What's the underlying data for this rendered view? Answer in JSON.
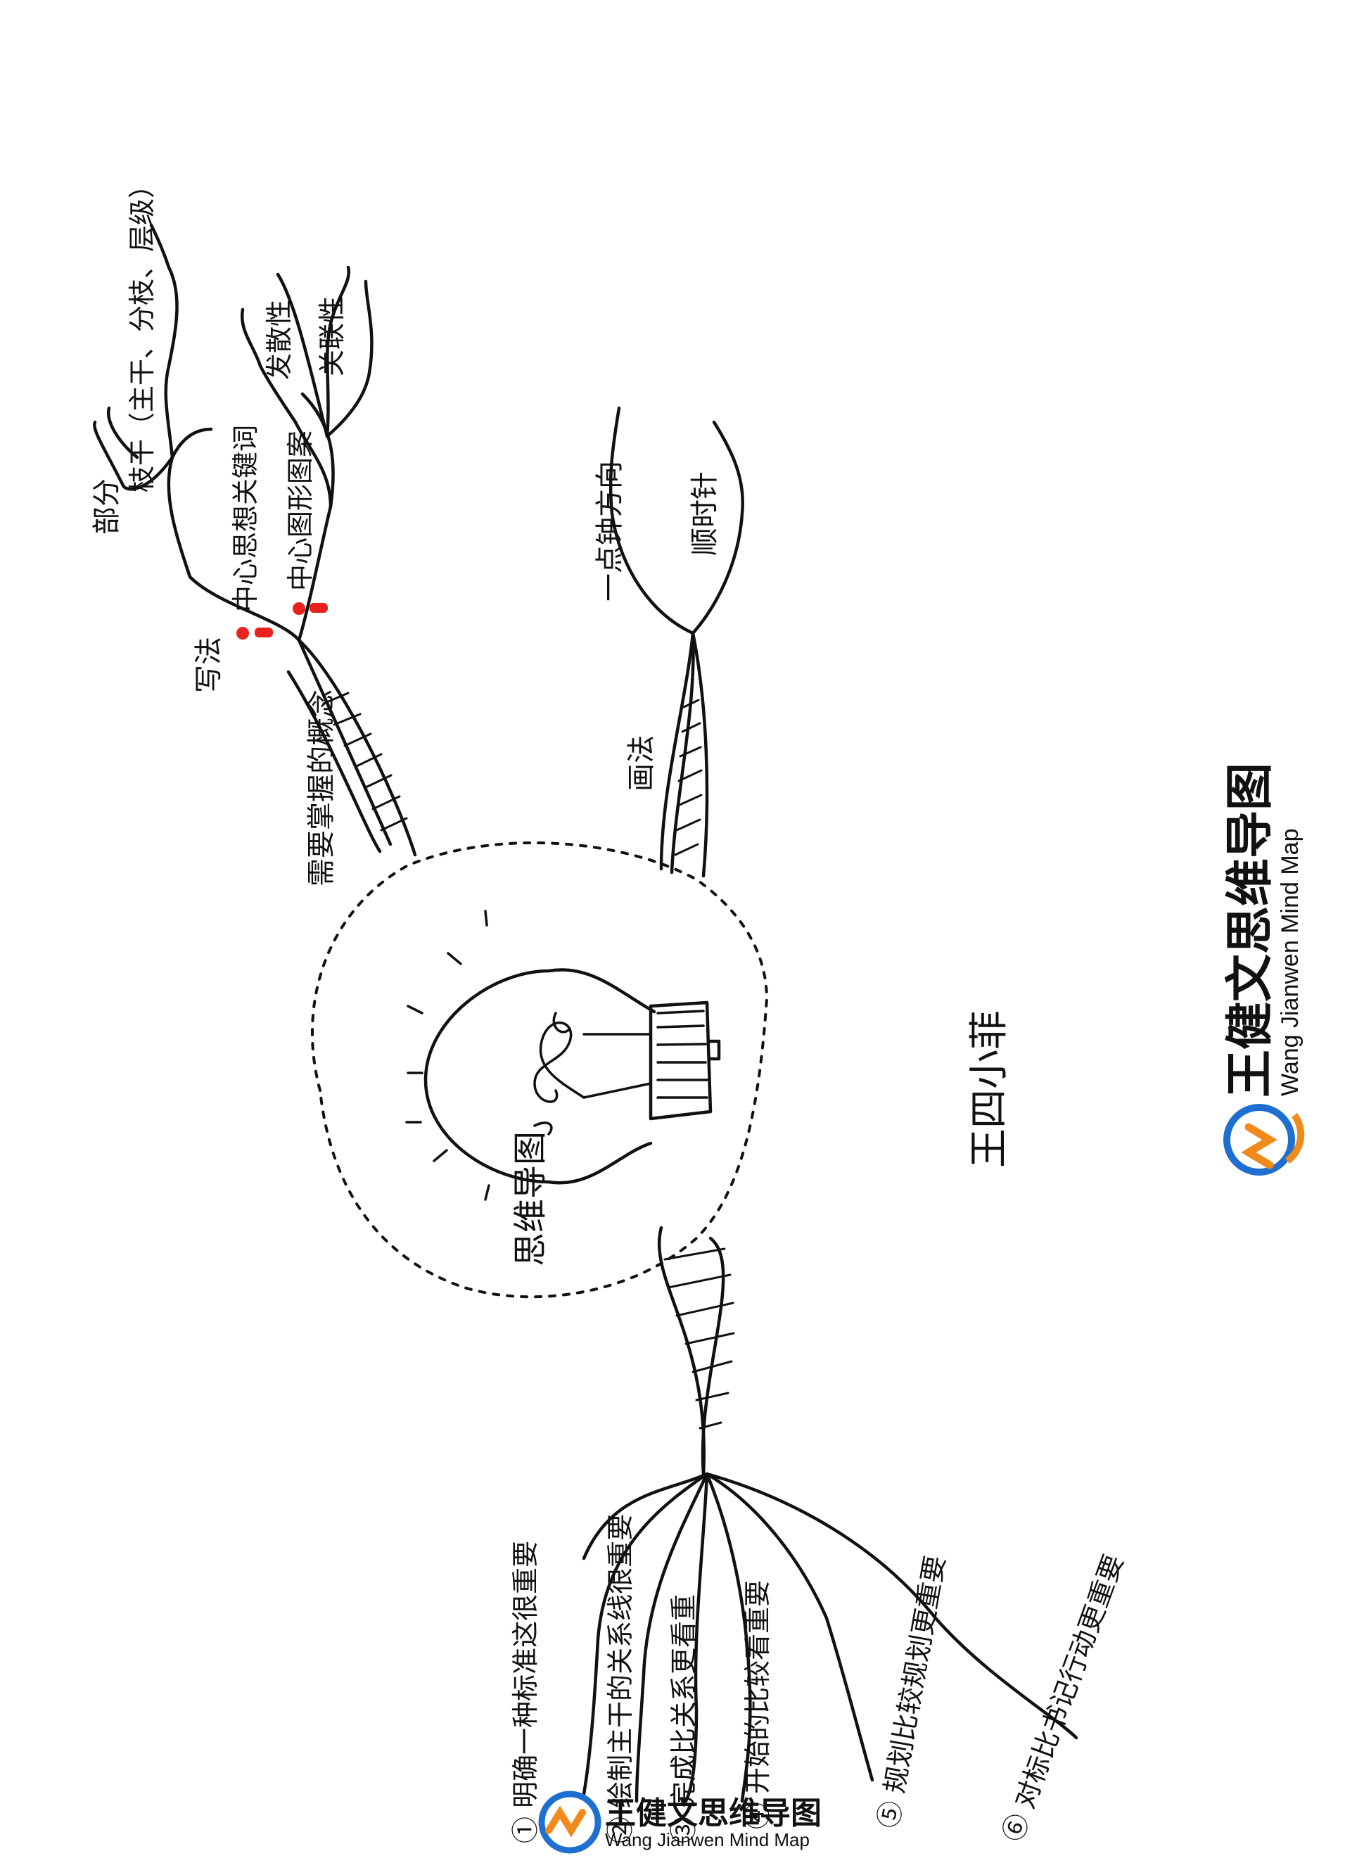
{
  "central": {
    "label": "思维导图"
  },
  "branches": {
    "definition": {
      "label": "需要掌握的概念",
      "nodes": {
        "written": {
          "label": "写法",
          "items": [
            "中心思想关键词",
            "中心图形图案"
          ]
        },
        "parts": {
          "label": "部分",
          "sub": "枝干（主干、分枝、层级）"
        },
        "traits": [
          "发散性",
          "关联性"
        ]
      }
    },
    "method": {
      "label": "画法",
      "items": [
        "一点钟方向",
        "顺时针"
      ]
    },
    "steps": {
      "items": [
        "① 明确一种标准这很重要",
        "② 绘制主干的关系线很重要",
        "③ 完成比关系更看重",
        "④ 开始的比较看重要",
        "⑤ 规划比较规划更重要",
        "⑥ 对标比书记行动更重要"
      ]
    }
  },
  "signature": "王四小菲",
  "logo": {
    "name": "王健文思维导图",
    "sub": "Wang Jianwen Mind Map",
    "colors": {
      "orange": "#f08a1c",
      "blue": "#1f6fd1",
      "ink": "#111111"
    }
  }
}
